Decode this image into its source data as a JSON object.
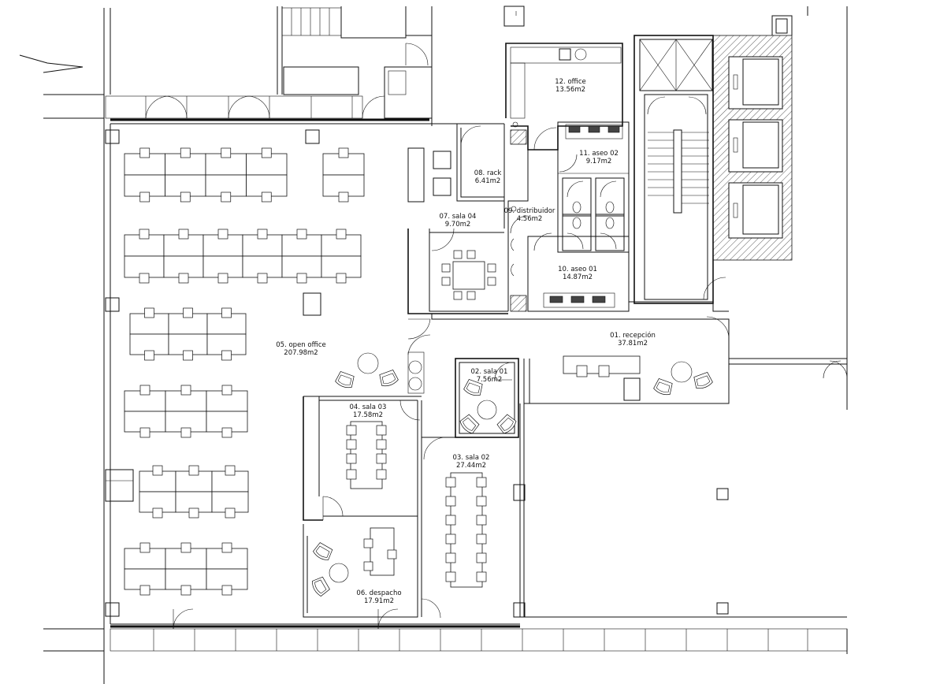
{
  "rooms": [
    {
      "id": "office",
      "name": "12. office",
      "area": "13.56m2"
    },
    {
      "id": "aseo-02",
      "name": "11. aseo 02",
      "area": "9.17m2"
    },
    {
      "id": "rack",
      "name": "08. rack",
      "area": "6.41m2"
    },
    {
      "id": "distribuidor",
      "name": "09. distribuidor",
      "area": "4.56m2"
    },
    {
      "id": "sala-04",
      "name": "07. sala 04",
      "area": "9.70m2"
    },
    {
      "id": "aseo-01",
      "name": "10. aseo 01",
      "area": "14.87m2"
    },
    {
      "id": "recepcion",
      "name": "01. recepción",
      "area": "37.81m2"
    },
    {
      "id": "open-office",
      "name": "05. open office",
      "area": "207.98m2"
    },
    {
      "id": "sala-01",
      "name": "02. sala 01",
      "area": "7.56m2"
    },
    {
      "id": "sala-03",
      "name": "04. sala 03",
      "area": "17.58m2"
    },
    {
      "id": "sala-02",
      "name": "03. sala 02",
      "area": "27.44m2"
    },
    {
      "id": "despacho",
      "name": "06. despacho",
      "area": "17.91m2"
    }
  ]
}
